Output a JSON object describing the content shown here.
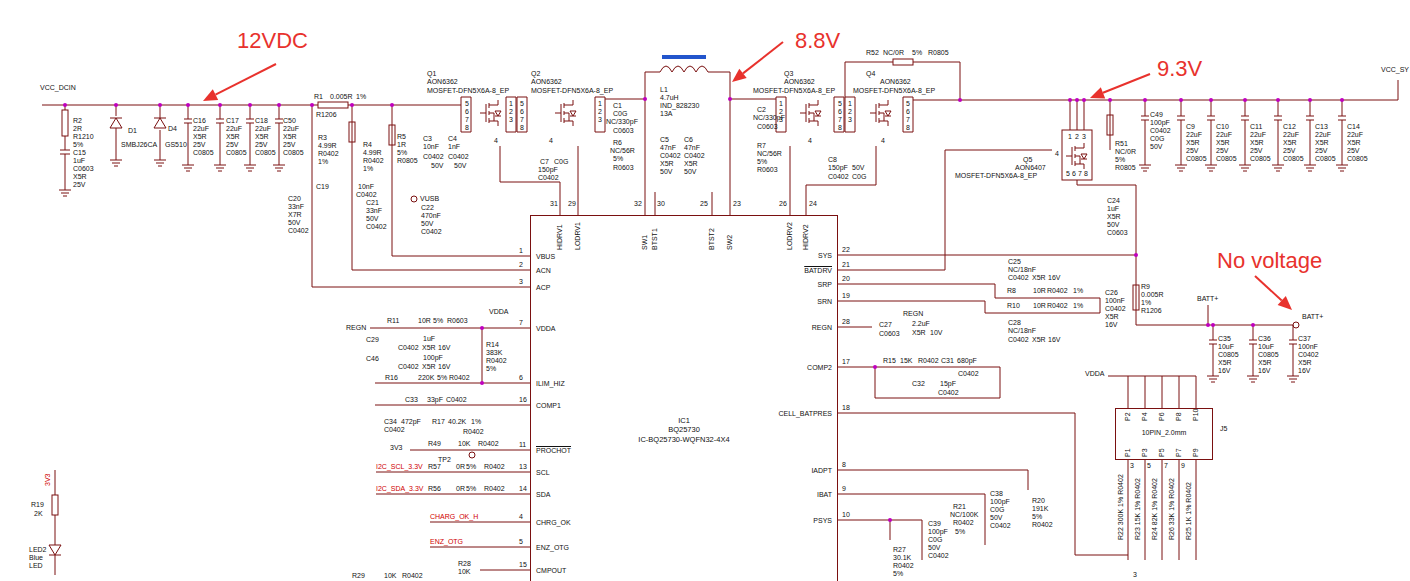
{
  "diagram": {
    "nodes": [
      {
        "text": [
          "IC1",
          "BQ25730",
          "IC-BQ25730-WQFN32-4X4"
        ]
      },
      {
        "text": [
          "10PIN_2.0mm",
          "J5"
        ]
      }
    ],
    "labels": [
      "12VDC",
      "VCC_DCIN",
      "R2",
      "2R",
      "R1210",
      "5%",
      "C15",
      "1uF",
      "C0603",
      "X5R",
      "25V",
      "D1",
      "SMBJ26CA",
      "D4",
      "GS510",
      "C16",
      "22uF",
      "X5R",
      "25V",
      "C0805",
      "C17",
      "22uF",
      "X5R",
      "25V",
      "C0805",
      "C18",
      "22uF",
      "X5R",
      "25V",
      "C0805",
      "C50",
      "22uF",
      "X5R",
      "25V",
      "C0805",
      "R1",
      "0.005R",
      "1%",
      "R1206",
      "R3",
      "4.99R",
      "R0402",
      "1%",
      "R4",
      "4.99R",
      "R0402",
      "1%",
      "R5",
      "1R",
      "5%",
      "R0805",
      "C3",
      "10nF",
      "C0402",
      "50V",
      "C4",
      "1nF",
      "C0402",
      "50V",
      "C20",
      "33nF",
      "X7R",
      "50V",
      "C0402",
      "C19",
      "10nF",
      "C0402",
      "C21",
      "33nF",
      "50V",
      "C0402",
      "VUSB",
      "C22",
      "470nF",
      "50V",
      "C0402",
      "Q1",
      "AON6362",
      "MOSFET-DFN5X6A-8_EP",
      "5",
      "6",
      "7",
      "8",
      "1",
      "2",
      "3",
      "4",
      "Q2",
      "AON6362",
      "MOSFET-DFN5X6A-8_EP",
      "5",
      "6",
      "7",
      "8",
      "1",
      "2",
      "3",
      "4",
      "C1",
      "C0G",
      "NC/330pF",
      "C0603",
      "R6",
      "NC/56R",
      "5%",
      "R0603",
      "C7",
      "C0G",
      "150pF",
      "C0402",
      "L1",
      "4.7uH",
      "IND_828230",
      "13A",
      "C5",
      "47nF",
      "C0402",
      "X5R",
      "50V",
      "C6",
      "47nF",
      "C0402",
      "X5R",
      "50V",
      "8.8V",
      "C2",
      "NC/330pF",
      "C0603",
      "R7",
      "NC/56R",
      "5%",
      "R0603",
      "Q3",
      "AON6362",
      "MOSFET-DFN5X6A-8_EP",
      "1",
      "2",
      "3",
      "4",
      "5",
      "6",
      "7",
      "8",
      "Q4",
      "AON6362",
      "MOSFET-DFN5X6A-8_EP",
      "1",
      "2",
      "3",
      "4",
      "5",
      "6",
      "7",
      "8",
      "R52",
      "NC/0R",
      "5%",
      "R0805",
      "C8",
      "150pF",
      "50V",
      "C0402",
      "C0G",
      "9.3V",
      "VCC_SY",
      "1",
      "2",
      "3",
      "4",
      "5",
      "6",
      "7",
      "8",
      "Q5",
      "AON6407",
      "MOSFET-DFN5X6A-8_EP",
      "R51",
      "NC/0R",
      "5%",
      "R0805",
      "C24",
      "1uF",
      "X5R",
      "50V",
      "C0603",
      "C49",
      "100pF",
      "C0402",
      "C0G",
      "50V",
      "C9",
      "22uF",
      "X5R",
      "25V",
      "C0805",
      "C10",
      "22uF",
      "X5R",
      "25V",
      "C0805",
      "C11",
      "22uF",
      "X5R",
      "25V",
      "C0805",
      "C12",
      "22uF",
      "X5R",
      "25V",
      "C0805",
      "C13",
      "22uF",
      "X5R",
      "25V",
      "C0805",
      "C14",
      "22uF",
      "X5R",
      "25V",
      "C0805",
      "VBUS",
      "ACN",
      "ACP",
      "VDDA",
      "ILIM_HIZ",
      "COMP1",
      "PROCHOT",
      "SCL",
      "SDA",
      "CHRG_OK",
      "ENZ_OTG",
      "CMPOUT",
      "1",
      "2",
      "3",
      "7",
      "6",
      "16",
      "11",
      "13",
      "14",
      "4",
      "5",
      "15",
      "SYS",
      "BATDRV",
      "SRP",
      "SRN",
      "REGN",
      "COMP2",
      "CELL_BATPRES",
      "IADPT",
      "IBAT",
      "PSYS",
      "22",
      "21",
      "20",
      "19",
      "28",
      "17",
      "18",
      "8",
      "9",
      "10",
      "31",
      "29",
      "32",
      "30",
      "25",
      "23",
      "26",
      "24",
      "HIDRV1",
      "LODRV1",
      "SW1",
      "BTST1",
      "BTST2",
      "SW2",
      "LODRV2",
      "HIDRV2",
      "REGN",
      "R11",
      "10R",
      "5%",
      "R0603",
      "VDDA",
      "C29",
      "1uF",
      "C0402",
      "X5R",
      "16V",
      "C46",
      "100pF",
      "C0402",
      "X5R",
      "16V",
      "R14",
      "383K",
      "R0402",
      "5%",
      "R16",
      "220K",
      "5%",
      "R0402",
      "C33",
      "33pF",
      "C0402",
      "C34",
      "472pF",
      "R17",
      "40.2K",
      "1%",
      "C0402",
      "R0402",
      "3V3",
      "R49",
      "10K",
      "R0402",
      "TP2",
      "I2C_SCL_3.3V",
      "R57",
      "0R",
      "5%",
      "R0402",
      "I2C_SDA_3.3V",
      "R56",
      "0R",
      "5%",
      "R0402",
      "CHARG_OK_H",
      "ENZ_OTG",
      "R28",
      "10K",
      "R29",
      "10K",
      "R0402",
      "R19",
      "2K",
      "3V3",
      "LED2",
      "Blue",
      "LED",
      "REGN",
      "C27",
      "C0603",
      "2.2uF",
      "X5R",
      "10V",
      "R15",
      "15K",
      "R0402",
      "C31",
      "680pF",
      "C0402",
      "C32",
      "15pF",
      "C0402",
      "C25",
      "NC/18nF",
      "C0402",
      "X5R",
      "16V",
      "R8",
      "10R",
      "R0402",
      "1%",
      "R10",
      "10R",
      "R0402",
      "1%",
      "C28",
      "NC/18nF",
      "C0402",
      "X5R",
      "16V",
      "C26",
      "100nF",
      "C0402",
      "X5R",
      "16V",
      "R9",
      "0.005R",
      "1%",
      "R1206",
      "No voltage",
      "BATT+",
      "BATT+",
      "C35",
      "10uF",
      "C0805",
      "X5R",
      "16V",
      "C36",
      "10uF",
      "C0805",
      "X5R",
      "16V",
      "C37",
      "100nF",
      "C0402",
      "X5R",
      "16V",
      "VDDA",
      "P2",
      "P4",
      "P6",
      "P8",
      "P10",
      "P1",
      "P3",
      "P5",
      "P7",
      "P9",
      "R22 300K 1% R0402",
      "R23 15K 1% R0402",
      "R24 82K 1% R0402",
      "R26 33K 1% R0402",
      "R25 1K 1% R0402",
      "3",
      "5",
      "7",
      "9",
      "3",
      "C38",
      "100pF",
      "C0G",
      "50V",
      "C0402",
      "R20",
      "191K",
      "5%",
      "R0402",
      "R21",
      "NC/100K",
      "R0402",
      "5%",
      "C39",
      "100pF",
      "C0G",
      "50V",
      "C0402",
      "R27",
      "30.1K",
      "R0402",
      "5%"
    ]
  }
}
